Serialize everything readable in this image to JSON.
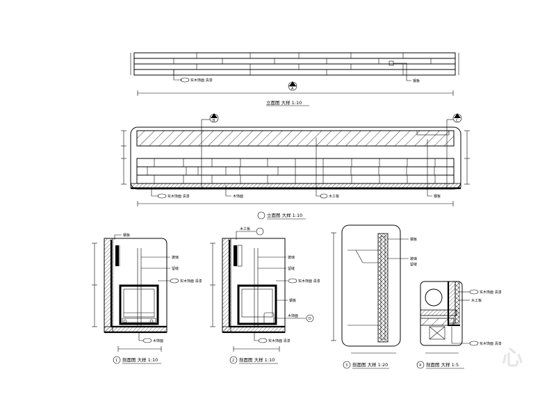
{
  "views": {
    "plan_title": "立面图 大样 1:10",
    "elevation_title": "立面图 大样 1:10",
    "section_a_title": "剖面图 大样 1:10",
    "section_b_title": "剖面图 大样 1:10",
    "section_c_title": "剖面图 大样 1:20",
    "detail_title": "剖面图 大样 1:5"
  },
  "labels": {
    "material": "实木饰面 清漆",
    "wood": "木饰面",
    "steel": "钢板",
    "glass": "玻璃",
    "gap": "留缝",
    "board": "木工板"
  },
  "markers": {
    "plan": "A",
    "elev_left": "B",
    "elev_right": "C",
    "sec_a": "1",
    "sec_b": "2",
    "sec_b_tag": "D",
    "sec_c": "3",
    "detail": "4"
  },
  "watermark": "心"
}
